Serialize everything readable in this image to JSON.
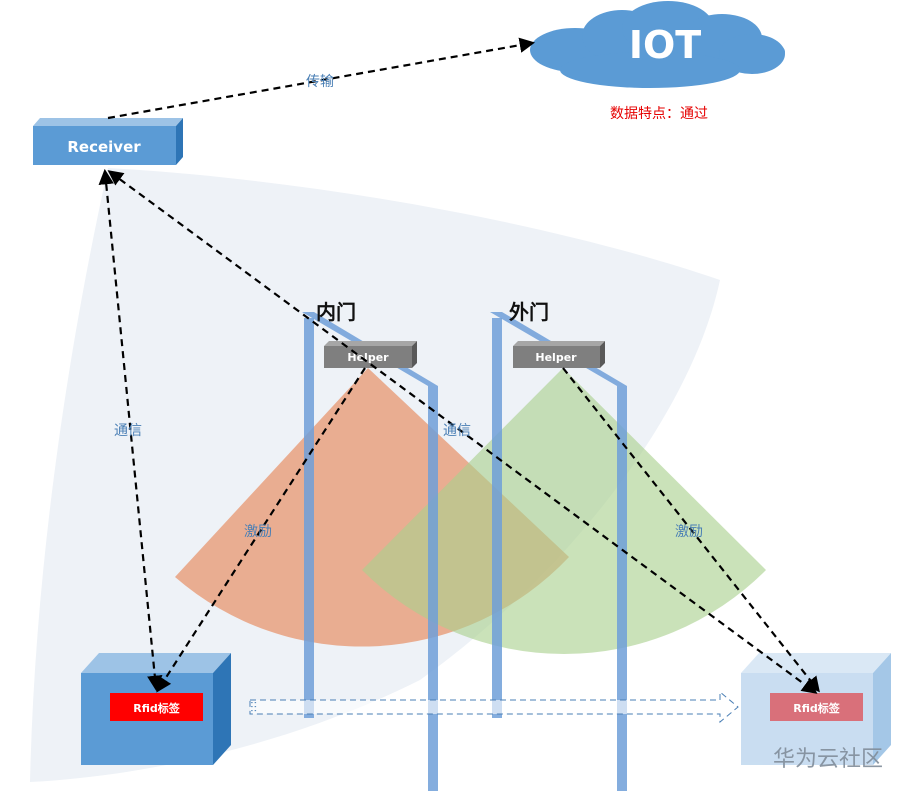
{
  "diagram": {
    "iot_cloud": {
      "label": "IOT"
    },
    "data_feature": "数据特点：通过",
    "receiver": {
      "label": "Receiver"
    },
    "edge_labels": {
      "transmit": "传输",
      "comm_left": "通信",
      "comm_mid": "通信",
      "excite_left": "激励",
      "excite_right": "激励"
    },
    "inner_door": {
      "label": "内门",
      "helper": "Helper"
    },
    "outer_door": {
      "label": "外门",
      "helper": "Helper"
    },
    "tag_left": {
      "label": "Rfid标签"
    },
    "tag_right": {
      "label": "Rfid标签"
    },
    "watermark": "华为云社区"
  },
  "colors": {
    "box_blue": "#5b9bd5",
    "door_blue": "#6f9fd8",
    "helper_gray": "#7f7f7f",
    "inner_field": "#e8926a",
    "outer_field": "#a9d18e",
    "coverage": "#eef2f7",
    "tag_red": "#ff0000",
    "title_red": "#e60000"
  }
}
